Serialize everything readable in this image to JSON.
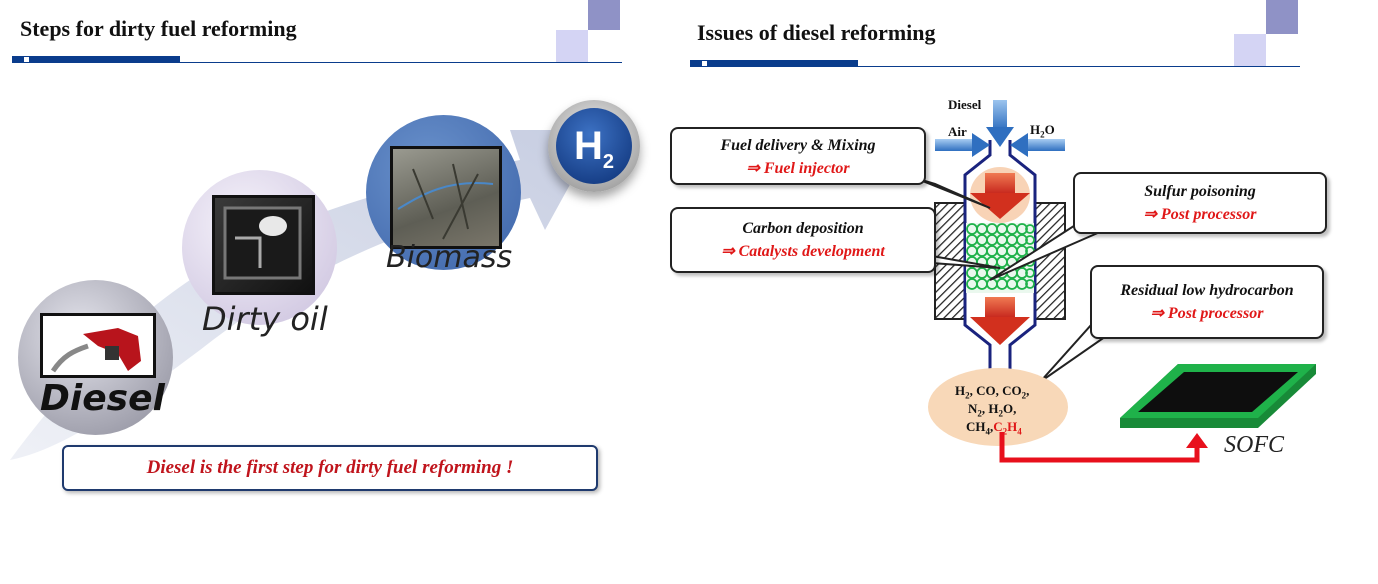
{
  "left_slide": {
    "title": "Steps for dirty fuel reforming",
    "steps": [
      {
        "label": "Diesel",
        "icon": "fuel-nozzle-icon"
      },
      {
        "label": "Dirty oil",
        "icon": "oil-photo"
      },
      {
        "label": "Biomass",
        "icon": "biomass-photo"
      },
      {
        "label": "H",
        "sub": "2",
        "icon": "hydrogen-badge"
      }
    ],
    "banner": "Diesel is the first step for dirty fuel reforming !"
  },
  "right_slide": {
    "title": "Issues of diesel reforming",
    "inputs": {
      "diesel": "Diesel",
      "air": "Air",
      "water": "H",
      "water_sub": "2",
      "water_end": "O"
    },
    "callouts": [
      {
        "line1": "Fuel delivery &  Mixing",
        "line2": "⇒ Fuel injector"
      },
      {
        "line1": "Carbon deposition",
        "line2": "⇒ Catalysts development"
      },
      {
        "line1": "Sulfur poisoning",
        "line2": "⇒ Post processor"
      },
      {
        "line1": "Residual low hydrocarbon",
        "line2": "⇒ Post processor"
      }
    ],
    "products": {
      "line1": [
        "H",
        "2",
        ", CO, CO",
        "2",
        ","
      ],
      "line2": [
        "N",
        "2",
        ", H",
        "2",
        "O,"
      ],
      "line3": [
        "CH",
        "4",
        ",",
        "C",
        "2",
        "H",
        "4"
      ]
    },
    "sofc_label": "SOFC"
  },
  "colors": {
    "accent_blue": "#0a3c8c",
    "deco_purple": "#8f92c6",
    "deco_light": "#cfd0f2",
    "callout_red": "#e01818",
    "arrow_red": "#e8101c",
    "sofc_green": "#1fb24a"
  }
}
